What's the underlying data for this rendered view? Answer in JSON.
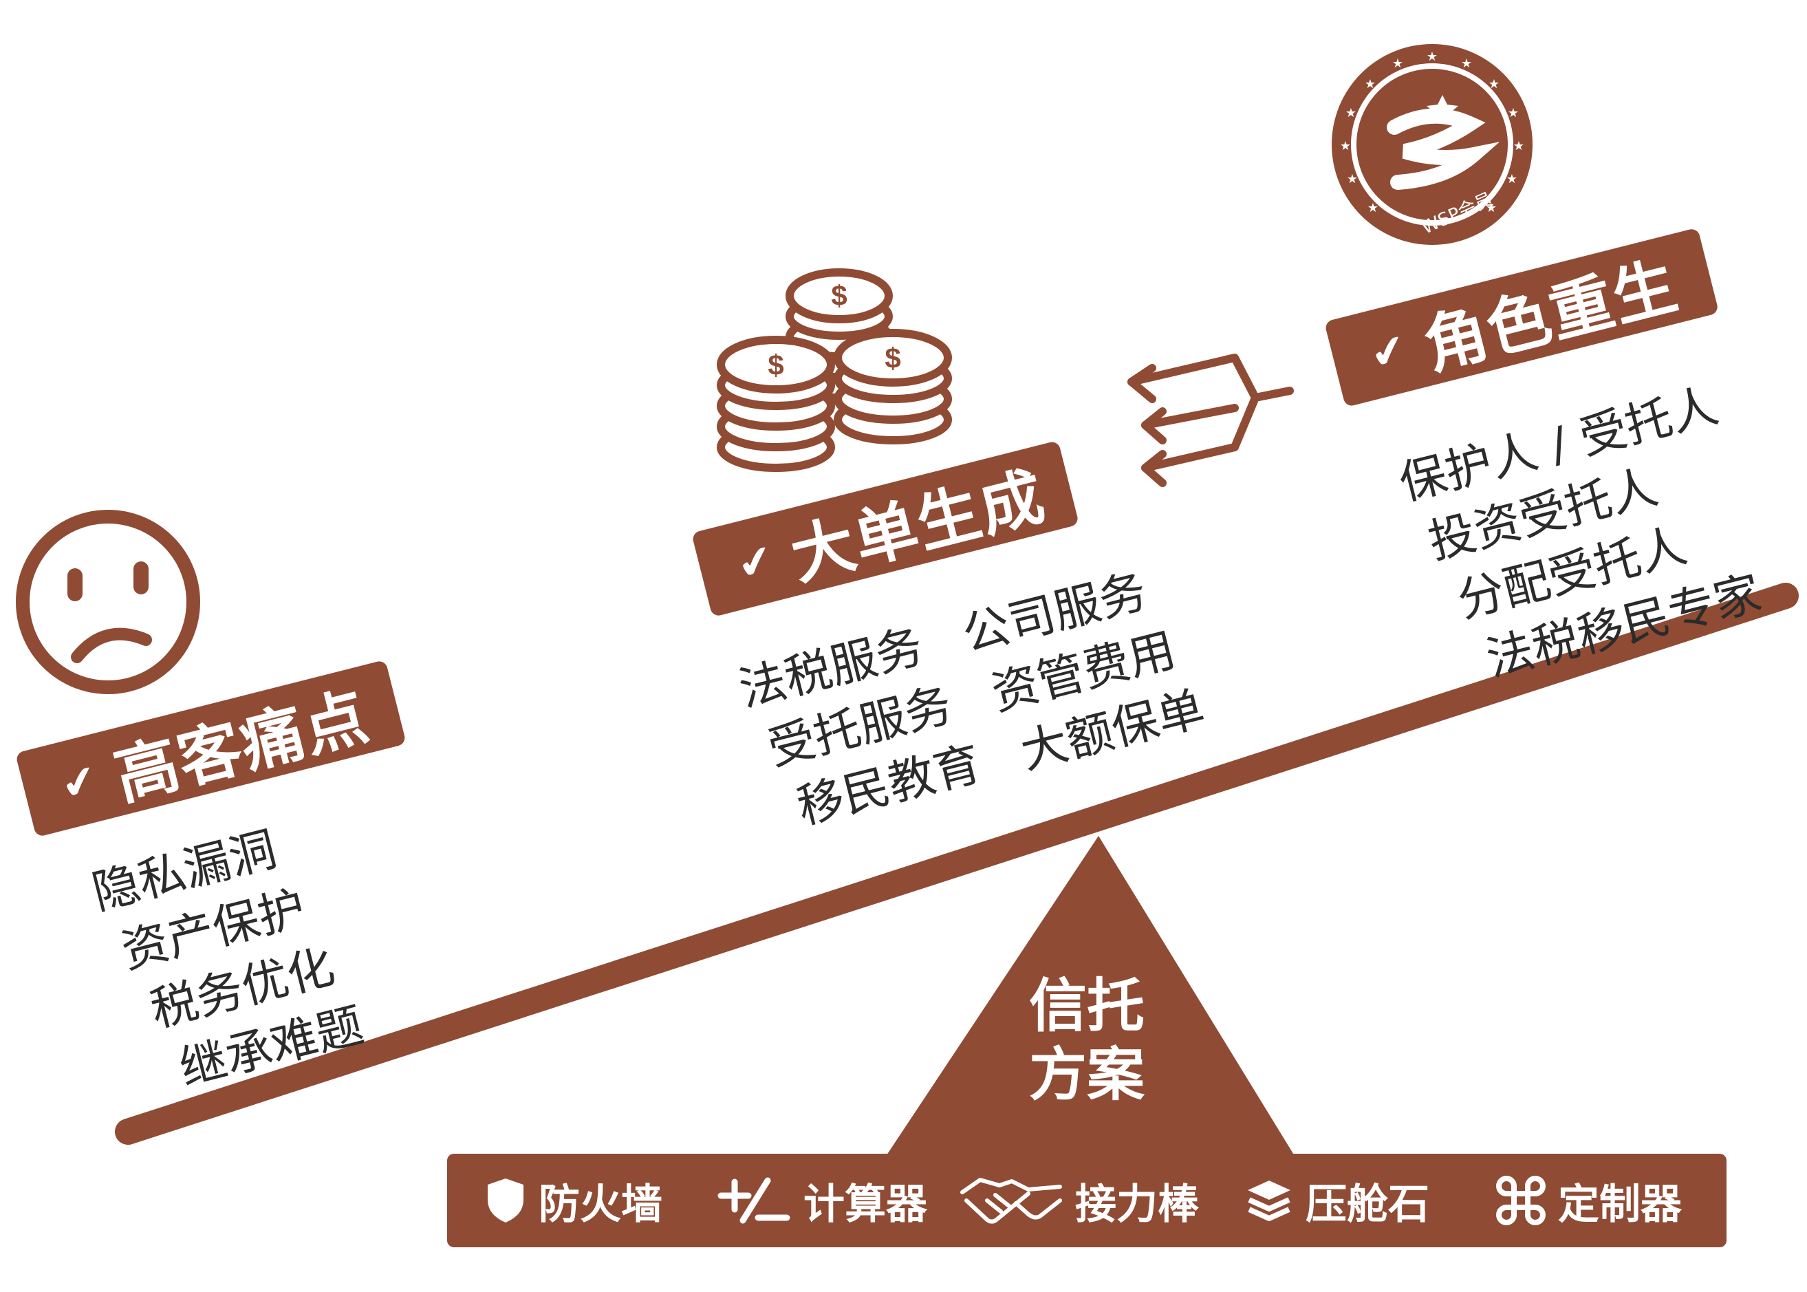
{
  "colors": {
    "primary": "#8f4b34",
    "text": "#2b2b2b",
    "background": "#ffffff"
  },
  "pain": {
    "icon": "sad-face-icon",
    "title": "高客痛点",
    "items": [
      "隐私漏洞",
      "资产保护",
      "税务优化",
      "继承难题"
    ]
  },
  "deals": {
    "icon": "coin-stack-icon",
    "title": "大单生成",
    "col1": [
      "法税服务",
      "受托服务",
      "移民教育"
    ],
    "col2": [
      "公司服务",
      "资管费用",
      "大额保单"
    ]
  },
  "roles": {
    "icon": "wsp-member-badge-icon",
    "badge_text": "WSP会员",
    "title": "角色重生",
    "items": [
      "保护人 / 受托人",
      "投资受托人",
      "分配受托人",
      "法税移民专家"
    ]
  },
  "exchange_icon": "split-arrows-icon",
  "fulcrum": {
    "line1": "信托",
    "line2": "方案"
  },
  "tools": [
    {
      "icon": "shield-icon",
      "label": "防火墙"
    },
    {
      "icon": "plus-minus-icon",
      "label": "计算器"
    },
    {
      "icon": "handshake-icon",
      "label": "接力棒"
    },
    {
      "icon": "layers-icon",
      "label": "压舱石"
    },
    {
      "icon": "command-icon",
      "label": "定制器"
    }
  ]
}
